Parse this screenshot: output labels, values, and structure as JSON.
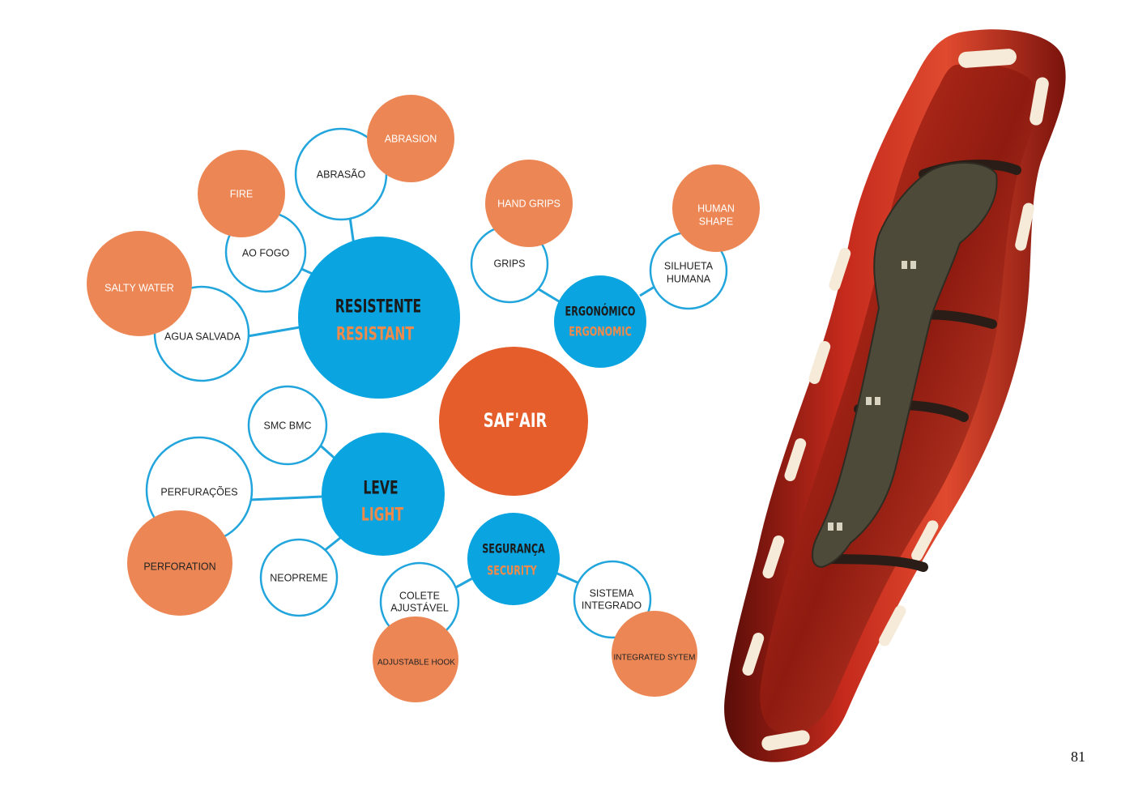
{
  "colors": {
    "blue": "#0aa4e0",
    "orange_light": "#ec8755",
    "orange_dark": "#e45d2a",
    "english_label": "#f08a4b",
    "outline": "#21a5dc",
    "stretcher_red": "#b8241a",
    "harness": "#4d4a3a"
  },
  "center": {
    "label": "SAF'AIR"
  },
  "categories": {
    "resistente": {
      "pt": "RESISTENTE",
      "en": "RESISTANT"
    },
    "leve": {
      "pt": "LEVE",
      "en": "LIGHT"
    },
    "ergonomico": {
      "pt": "ERGONÓMICO",
      "en": "ERGONOMIC"
    },
    "seguranca": {
      "pt": "SEGURANÇA",
      "en": "SECURITY"
    }
  },
  "features": {
    "abrasao": "ABRASÃO",
    "ao_fogo": "AO FOGO",
    "agua_salvada": "AGUA SALVADA",
    "smc_bmc": "SMC BMC",
    "perfuracoes": "PERFURAÇÕES",
    "neopreme": "NEOPREME",
    "grips": "GRIPS",
    "silhueta_humana": [
      "SILHUETA",
      "HUMANA"
    ],
    "colete_ajustavel": [
      "COLETE",
      "AJUSTÁVEL"
    ],
    "sistema_integrado": [
      "SISTEMA",
      "INTEGRADO"
    ]
  },
  "translations": {
    "abrasion": "ABRASION",
    "fire": "FIRE",
    "salty_water": "SALTY WATER",
    "perforation": "PERFORATION",
    "hand_grips": "HAND GRIPS",
    "human_shape": [
      "HUMAN",
      "SHAPE"
    ],
    "adjustable_hook": "ADJUSTABLE HOOK",
    "integrated_sytem": "INTEGRATED SYTEM"
  },
  "page_number": "81"
}
